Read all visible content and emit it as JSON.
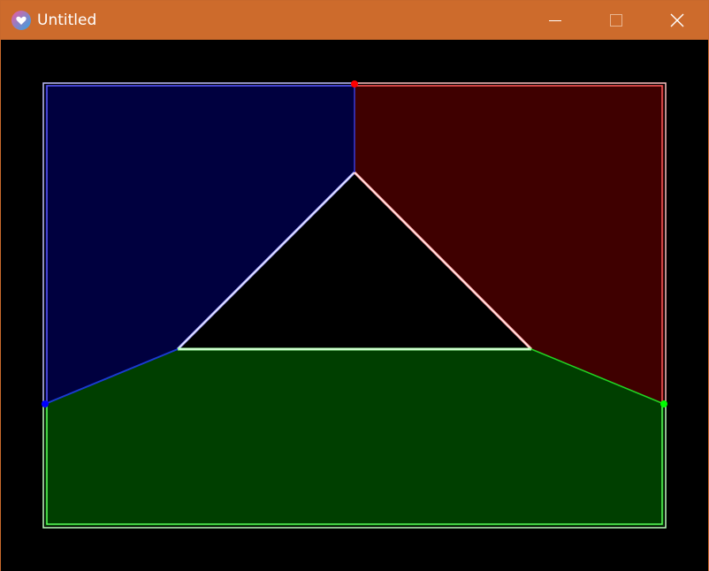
{
  "window": {
    "title": "Untitled",
    "titlebar_color": "#cd6b2c",
    "controls": {
      "minimize_icon": "minimize-icon",
      "maximize_icon": "maximize-icon",
      "close_icon": "close-icon"
    },
    "app_icon": "heart-icon"
  },
  "canvas": {
    "background": "#000000",
    "regions": [
      {
        "name": "blue-region",
        "fill": "#00003f",
        "stroke": "#7f7fff"
      },
      {
        "name": "red-region",
        "fill": "#3f0000",
        "stroke": "#ff7f7f"
      },
      {
        "name": "green-region",
        "fill": "#003f00",
        "stroke": "#7fff7f"
      },
      {
        "name": "center-triangle",
        "fill": "#000000",
        "stroke": "#ffffff"
      }
    ],
    "vertices": [
      {
        "name": "red-vertex",
        "color": "#ff0000"
      },
      {
        "name": "blue-vertex",
        "color": "#0000ff"
      },
      {
        "name": "green-vertex",
        "color": "#00ff00"
      }
    ]
  }
}
